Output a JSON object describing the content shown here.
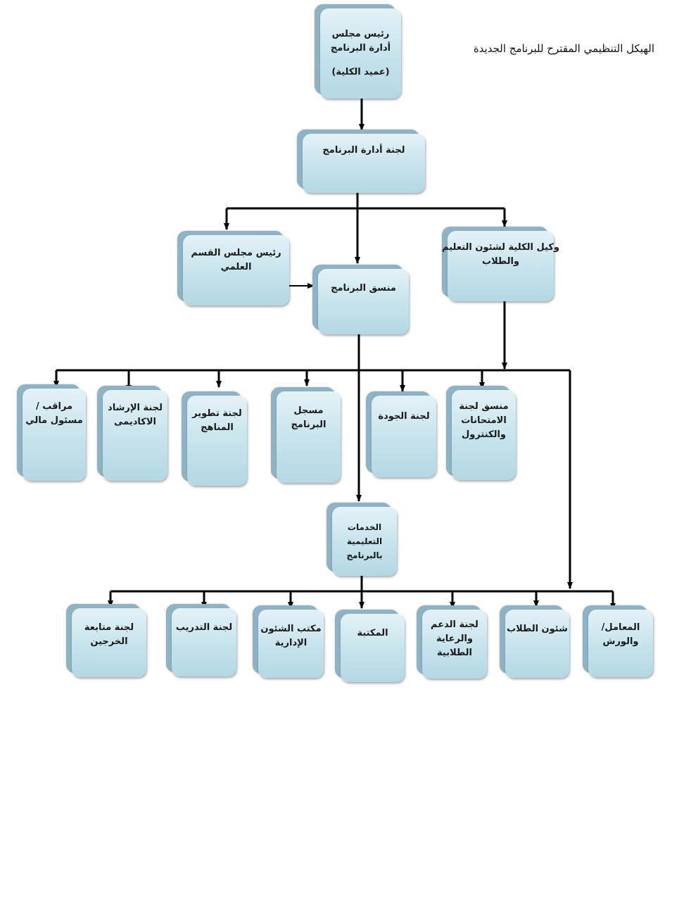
{
  "title": "الهيكل التنظيمي المقترح للبرنامج الجديدة",
  "nodes": {
    "board_chair": [
      "رئيس مجلس",
      "أدارة البرنامج",
      "(عميد الكلية)"
    ],
    "program_committee": [
      "لجنة أدارة البرنامج"
    ],
    "dept_council_chair": [
      "رئيس مجلس القسم",
      "العلمي"
    ],
    "program_coordinator": [
      "منسق البرنامج"
    ],
    "vice_dean": [
      "وكيل الكلية لشئون التعليم",
      "والطلاب"
    ],
    "financial_monitor": [
      "مراقب /",
      "مسئول مالي"
    ],
    "academic_advising": [
      "لجنة الإرشاد",
      "الاكاديمى"
    ],
    "curriculum_dev": [
      "لجنة تطوير",
      "المناهج"
    ],
    "program_registrar": [
      "مسجل",
      "البرنامج"
    ],
    "quality_committee": [
      "لجنة الجودة"
    ],
    "exams_coordinator": [
      "منسق لجنة",
      "الامتحانات",
      "والكنترول"
    ],
    "edu_services": [
      "الخدمات",
      "التعليمية",
      "بالبرنامج"
    ],
    "alumni_followup": [
      "لجنة متابعة",
      "الخرجين"
    ],
    "training_committee": [
      "لجنة التدريب"
    ],
    "admin_affairs": [
      "مكتب الشئون",
      "الإدارية"
    ],
    "library": [
      "المكتبة"
    ],
    "student_support": [
      "لجنة الدعم",
      "والرعاية",
      "الطلابية"
    ],
    "student_affairs": [
      "شئون الطلاب"
    ],
    "labs_workshops": [
      "المعامل/",
      "والورش"
    ]
  }
}
